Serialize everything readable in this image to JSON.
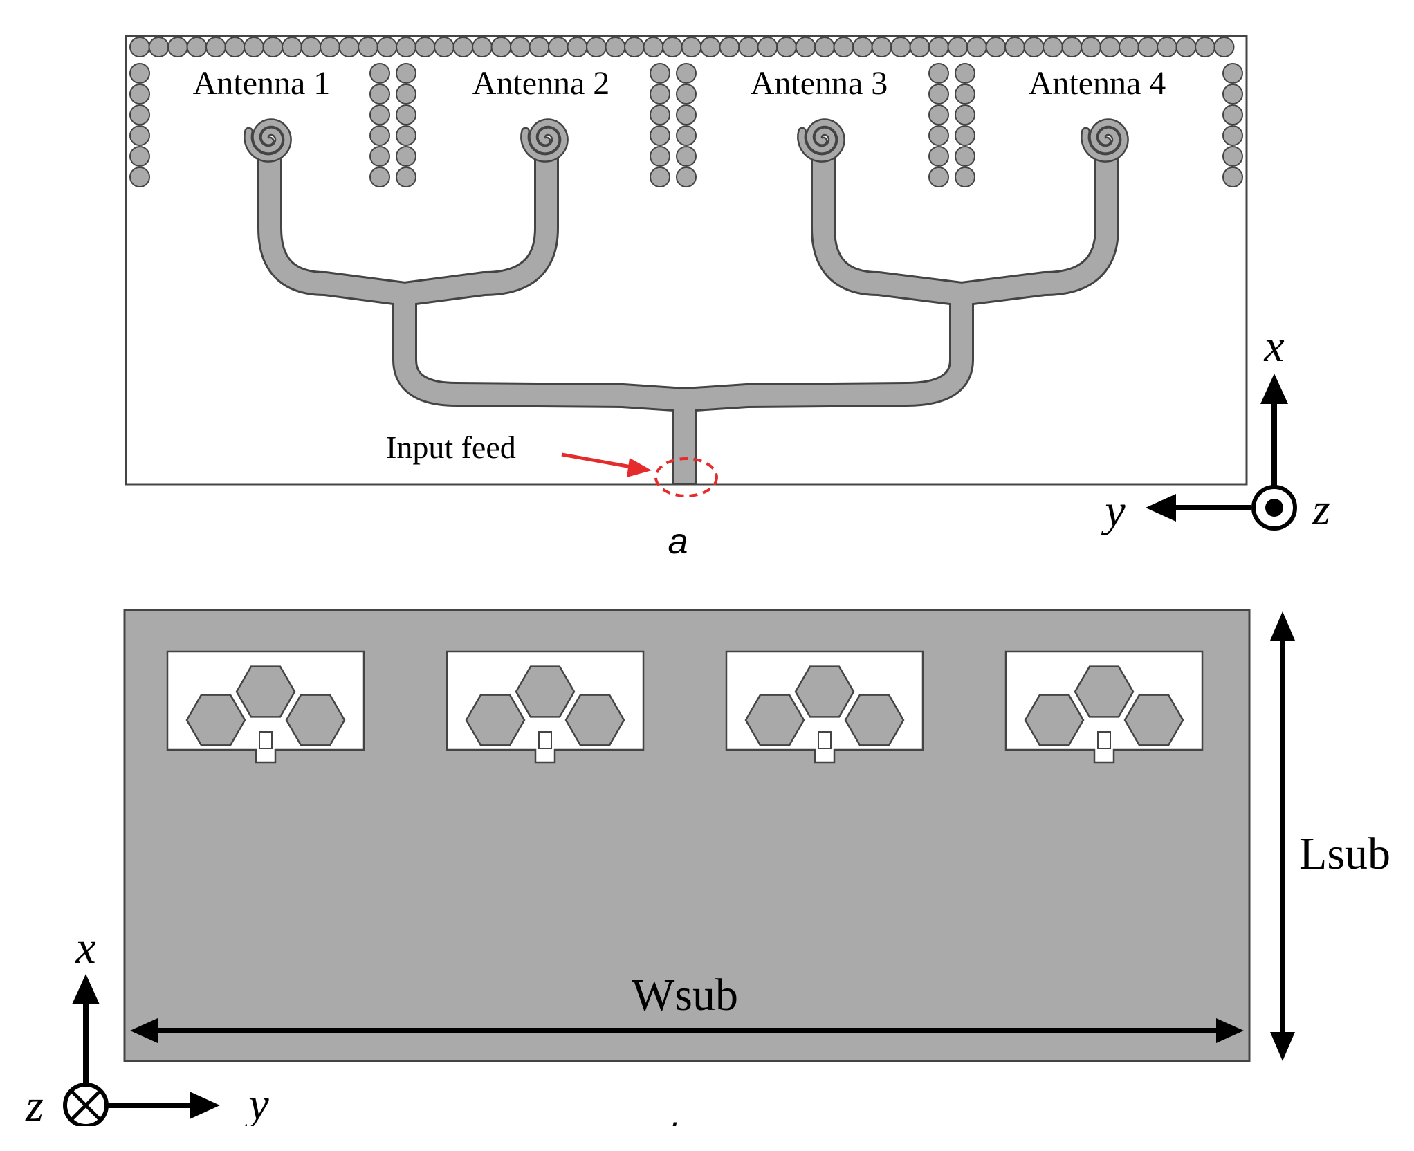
{
  "panel_a": {
    "antennas": [
      {
        "label": "Antenna 1"
      },
      {
        "label": "Antenna 2"
      },
      {
        "label": "Antenna 3"
      },
      {
        "label": "Antenna 4"
      }
    ],
    "feed_label": "Input feed",
    "caption": "a",
    "axes": {
      "x": "x",
      "y": "y",
      "z": "z"
    }
  },
  "panel_b": {
    "width_label": "Wsub",
    "length_label": "Lsub",
    "caption": "b",
    "axes": {
      "x": "x",
      "y": "y",
      "z": "z"
    }
  },
  "colors": {
    "metal": "#a9a9a9",
    "via": "#aaaaaa",
    "outline": "#444444",
    "arrow": "#000000",
    "highlight": "#e52b2b",
    "background": "#ffffff"
  }
}
